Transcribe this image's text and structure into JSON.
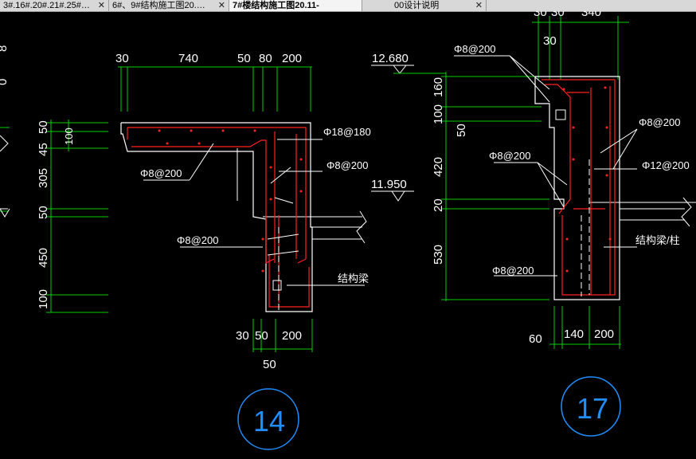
{
  "tabs": [
    {
      "label": "3#.16#.20#.21#.25#…",
      "active": false
    },
    {
      "label": "6#、9#结构施工图20.…",
      "active": false
    },
    {
      "label": "7#楼结构施工图20.11-",
      "active": true
    },
    {
      "label": "00设计说明",
      "active": false
    }
  ],
  "icons": {
    "tab_close": "close-icon"
  },
  "colors": {
    "background": "#000000",
    "dimension": "#00d000",
    "outline": "#ffffff",
    "rebar": "#ff2020",
    "detail_circle": "#1f8fff"
  },
  "left_edge": {
    "dim_top": "8",
    "dim_mid": "0"
  },
  "detail14": {
    "number": "14",
    "dims_top": [
      "30",
      "740",
      "50",
      "80",
      "200"
    ],
    "dims_left": [
      "50",
      "45",
      "305",
      "50",
      "450",
      "100"
    ],
    "dim_left_inner": "100",
    "dims_bottom": [
      "30",
      "50",
      "200"
    ],
    "dim_bottom_total": "50",
    "rebar_labels": [
      "Φ18@180",
      "Φ8@200",
      "Φ8@200",
      "Φ8@200"
    ],
    "beam_label": "结构梁"
  },
  "detail17": {
    "number": "17",
    "dims_top": [
      "30",
      "30",
      "30",
      "340"
    ],
    "elevation_top": "12.680",
    "elevation_mid": "11.950",
    "dims_left": [
      "100",
      "160",
      "50",
      "420",
      "20",
      "530"
    ],
    "dims_bottom": [
      "60",
      "140",
      "200"
    ],
    "rebar_labels": [
      "Φ8@200",
      "Φ8@200",
      "Φ8@200",
      "Φ12@200",
      "Φ8@200"
    ],
    "beam_label": "结构梁/柱"
  }
}
